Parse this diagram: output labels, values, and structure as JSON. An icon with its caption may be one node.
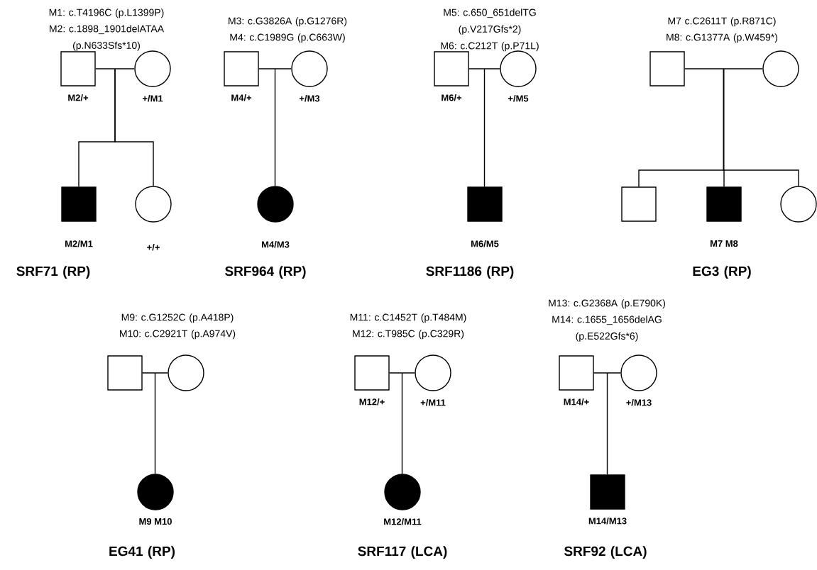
{
  "diagram": {
    "nodes": [
      {
        "text": [],
        "shape": "square",
        "beside": [
          "M2/+"
        ]
      },
      {
        "text": [],
        "shape": "circle",
        "beside": [
          "+/M1"
        ]
      },
      {
        "text": [],
        "shape": "square",
        "beside": [
          "M2/M1"
        ]
      },
      {
        "text": [],
        "shape": "circle",
        "beside": [
          "+/+"
        ]
      },
      {
        "text": [],
        "shape": "square",
        "beside": [
          "M4/+"
        ]
      },
      {
        "text": [],
        "shape": "circle",
        "beside": [
          "+/M3"
        ]
      },
      {
        "text": [],
        "shape": "circle",
        "beside": [
          "M4/M3"
        ]
      },
      {
        "text": [],
        "shape": "square",
        "beside": [
          "M6/+"
        ]
      },
      {
        "text": [],
        "shape": "circle",
        "beside": [
          "+/M5"
        ]
      },
      {
        "text": [],
        "shape": "square",
        "beside": [
          "M6/M5"
        ]
      },
      {
        "text": [],
        "shape": "square"
      },
      {
        "text": [],
        "shape": "circle"
      },
      {
        "text": [],
        "shape": "square"
      },
      {
        "text": [],
        "shape": "square",
        "beside": [
          "M7 M8"
        ]
      },
      {
        "text": [],
        "shape": "circle"
      },
      {
        "text": [],
        "shape": "square"
      },
      {
        "text": [],
        "shape": "circle"
      },
      {
        "text": [],
        "shape": "circle",
        "beside": [
          "M9 M10"
        ]
      },
      {
        "text": [],
        "shape": "square",
        "beside": [
          "M12/+"
        ]
      },
      {
        "text": [],
        "shape": "circle",
        "beside": [
          "+/M11"
        ]
      },
      {
        "text": [],
        "shape": "circle",
        "beside": [
          "M12/M11"
        ]
      },
      {
        "text": [],
        "shape": "square",
        "beside": [
          "M14/+"
        ]
      },
      {
        "text": [],
        "shape": "circle",
        "beside": [
          "+/M13"
        ]
      },
      {
        "text": [],
        "shape": "square",
        "beside": [
          "M14/M13"
        ]
      }
    ],
    "edges": [
      {
        "from": 0,
        "to": 1,
        "arrow": "none"
      },
      {
        "from": 0,
        "to": 2,
        "arrow": "none"
      },
      {
        "from": 1,
        "to": 2,
        "arrow": "none"
      },
      {
        "from": 0,
        "to": 3,
        "arrow": "none"
      },
      {
        "from": 1,
        "to": 3,
        "arrow": "none"
      },
      {
        "from": 4,
        "to": 5,
        "arrow": "none"
      },
      {
        "from": 4,
        "to": 6,
        "arrow": "none"
      },
      {
        "from": 5,
        "to": 6,
        "arrow": "none"
      },
      {
        "from": 7,
        "to": 8,
        "arrow": "none"
      },
      {
        "from": 7,
        "to": 9,
        "arrow": "none"
      },
      {
        "from": 8,
        "to": 9,
        "arrow": "none"
      },
      {
        "from": 10,
        "to": 11,
        "arrow": "none"
      },
      {
        "from": 10,
        "to": 12,
        "arrow": "none"
      },
      {
        "from": 11,
        "to": 12,
        "arrow": "none"
      },
      {
        "from": 10,
        "to": 13,
        "arrow": "none"
      },
      {
        "from": 11,
        "to": 13,
        "arrow": "none"
      },
      {
        "from": 10,
        "to": 14,
        "arrow": "none"
      },
      {
        "from": 11,
        "to": 14,
        "arrow": "none"
      },
      {
        "from": 15,
        "to": 16,
        "arrow": "none"
      },
      {
        "from": 15,
        "to": 17,
        "arrow": "none"
      },
      {
        "from": 16,
        "to": 17,
        "arrow": "none"
      },
      {
        "from": 18,
        "to": 19,
        "arrow": "none"
      },
      {
        "from": 18,
        "to": 20,
        "arrow": "none"
      },
      {
        "from": 19,
        "to": 20,
        "arrow": "none"
      },
      {
        "from": 21,
        "to": 22,
        "arrow": "none"
      },
      {
        "from": 21,
        "to": 23,
        "arrow": "none"
      },
      {
        "from": 22,
        "to": 23,
        "arrow": "none"
      }
    ],
    "labels": [
      "M1: c.T4196C (p.L1399P)",
      "M2: c.1898_1901delATAA (p.N633Sfs*10)",
      "SRF71 (RP)",
      "M3: c.G3826A (p.G1276R)",
      "M4: c.C1989G (p.C663W)",
      "SRF964 (RP)",
      "M5: c.650_651delTG (p.V217Gfs*2)",
      "M6: c.C212T (p.P71L)",
      "SRF1186 (RP)",
      "M7 c.C2611T (p.R871C)",
      "M8: c.G1377A (p.W459*)",
      "EG3 (RP)",
      "M9: c.G1252C (p.A418P)",
      "M10: c.C2921T (p.A974V)",
      "EG41 (RP)",
      "M11: c.C1452T (p.T484M)",
      "M12: c.T985C (p.C329R)",
      "SRF117 (LCA)",
      "M13: c.G2368A (p.E790K)",
      "M14: c.1655_1656delAG (p.E522Gfs*6)",
      "SRF92 (LCA)"
    ]
  }
}
